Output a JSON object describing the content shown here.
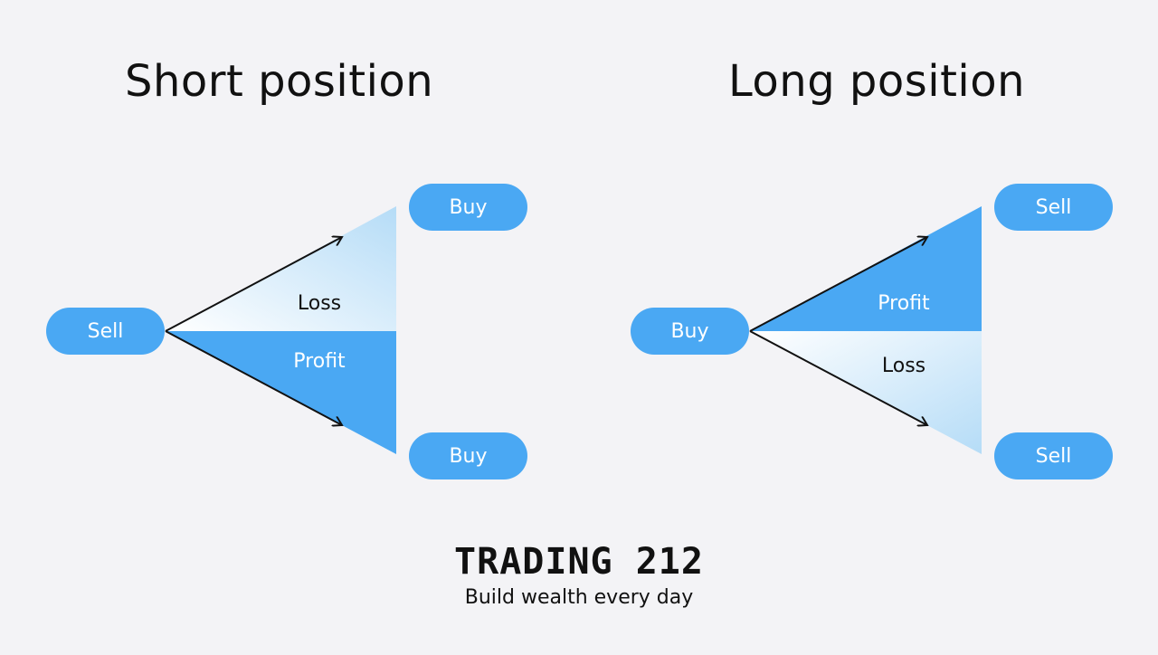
{
  "titles": {
    "short": "Short position",
    "long": "Long position"
  },
  "short": {
    "origin": "Sell",
    "top_target": "Buy",
    "bottom_target": "Buy",
    "upper_zone": "Loss",
    "lower_zone": "Profit"
  },
  "long": {
    "origin": "Buy",
    "top_target": "Sell",
    "bottom_target": "Sell",
    "upper_zone": "Profit",
    "lower_zone": "Loss"
  },
  "brand": {
    "name": "TRADING 212",
    "tagline": "Build wealth every day"
  },
  "colors": {
    "pill": "#4aa8f3",
    "profit": "#4aa8f3",
    "loss_light": "#cfe8fa",
    "background": "#f3f3f6"
  }
}
